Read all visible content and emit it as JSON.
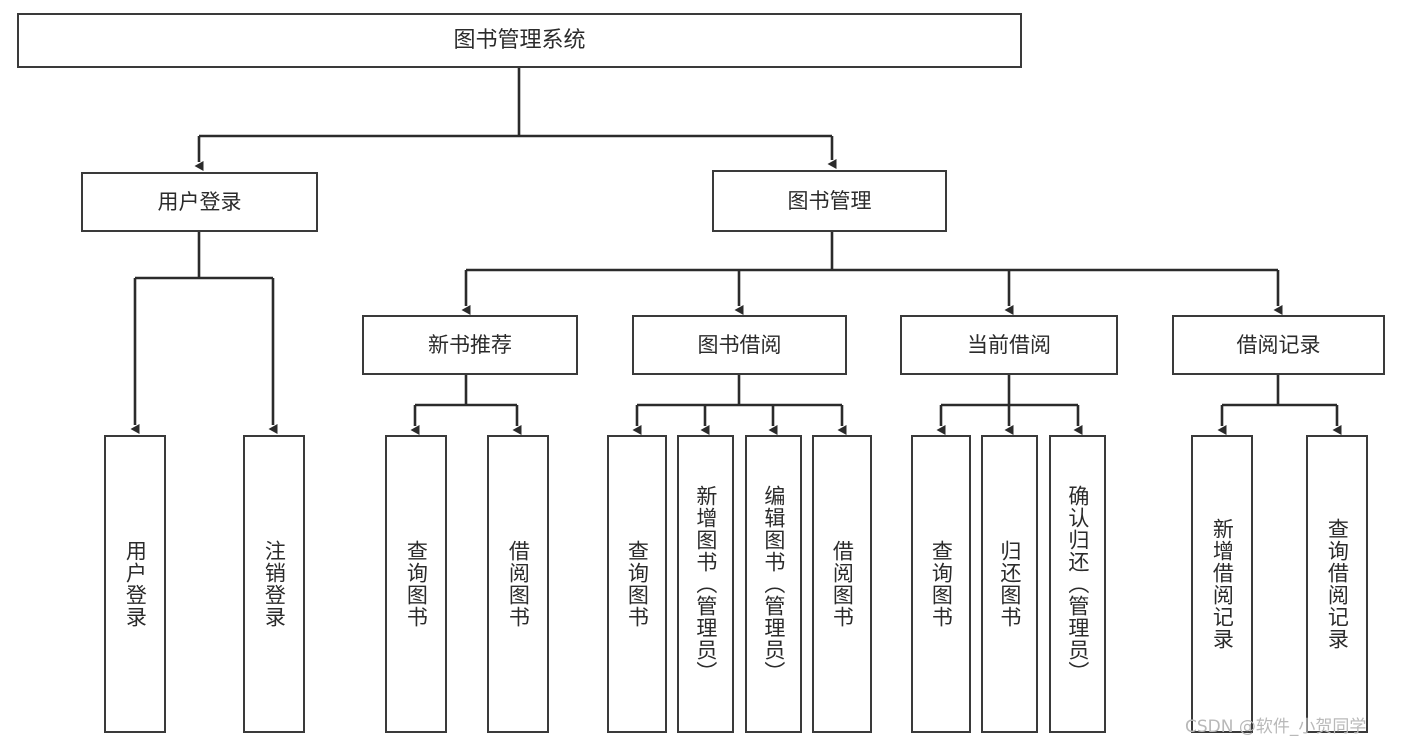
{
  "diagram": {
    "title": "图书管理系统",
    "type": "hierarchy-tree",
    "root": {
      "id": "root",
      "label": "图书管理系统"
    },
    "level2": [
      {
        "id": "user-login",
        "label": "用户登录"
      },
      {
        "id": "book-manage",
        "label": "图书管理"
      }
    ],
    "level3": [
      {
        "id": "new-book-recommend",
        "label": "新书推荐",
        "parent": "book-manage"
      },
      {
        "id": "book-borrow",
        "label": "图书借阅",
        "parent": "book-manage"
      },
      {
        "id": "current-borrow",
        "label": "当前借阅",
        "parent": "book-manage"
      },
      {
        "id": "borrow-record",
        "label": "借阅记录",
        "parent": "book-manage"
      }
    ],
    "leaves": [
      {
        "id": "leaf-user-login",
        "label": "用户登录",
        "parent": "user-login"
      },
      {
        "id": "leaf-logout",
        "label": "注销登录",
        "parent": "user-login"
      },
      {
        "id": "leaf-query-book-1",
        "label": "查询图书",
        "parent": "new-book-recommend"
      },
      {
        "id": "leaf-borrow-book-1",
        "label": "借阅图书",
        "parent": "new-book-recommend"
      },
      {
        "id": "leaf-query-book-2",
        "label": "查询图书",
        "parent": "book-borrow"
      },
      {
        "id": "leaf-add-book",
        "label": "新增图书（管理员）",
        "parent": "book-borrow"
      },
      {
        "id": "leaf-edit-book",
        "label": "编辑图书（管理员）",
        "parent": "book-borrow"
      },
      {
        "id": "leaf-borrow-book-2",
        "label": "借阅图书",
        "parent": "book-borrow"
      },
      {
        "id": "leaf-query-book-3",
        "label": "查询图书",
        "parent": "current-borrow"
      },
      {
        "id": "leaf-return-book",
        "label": "归还图书",
        "parent": "current-borrow"
      },
      {
        "id": "leaf-confirm-return",
        "label": "确认归还（管理员）",
        "parent": "current-borrow"
      },
      {
        "id": "leaf-add-record",
        "label": "新增借阅记录",
        "parent": "borrow-record"
      },
      {
        "id": "leaf-query-record",
        "label": "查询借阅记录",
        "parent": "borrow-record"
      }
    ],
    "watermark": "CSDN @软件_小贺同学",
    "colors": {
      "border": "#3a3a3a",
      "background": "#ffffff",
      "text": "#2b2b2b",
      "connector": "#2b2b2b",
      "watermark": "#b9b9b9"
    }
  }
}
